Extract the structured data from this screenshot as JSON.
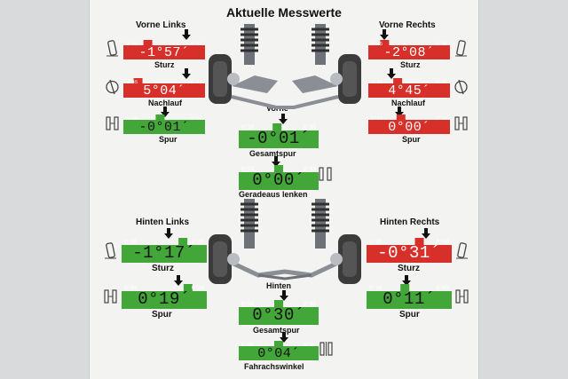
{
  "title": "Aktuelle Messwerte",
  "colors": {
    "red": "#d7302a",
    "green": "#43a639",
    "arrow": "#111111"
  },
  "front": {
    "left_heading": "Vorne Links",
    "right_heading": "Vorne Rechts",
    "center_heading": "Vorne",
    "left": [
      {
        "label": "Sturz",
        "value": "-1°57´",
        "tol_min": "0°45",
        "tol_max": "-0°45",
        "status": "red",
        "marker": 0.3,
        "icon": "camber-icon"
      },
      {
        "label": "Nachlauf",
        "value": "5°04´",
        "tol_min": "4°45",
        "tol_max": "6°45",
        "status": "red",
        "marker": 0.18,
        "icon": "caster-icon"
      },
      {
        "label": "Spur",
        "value": "-0°01´",
        "tol_min": "0°00",
        "tol_max": "0°09",
        "status": "green",
        "marker": 0.45,
        "icon": "toe-icon"
      }
    ],
    "right": [
      {
        "label": "Sturz",
        "value": "-2°08´",
        "tol_min": "0°45",
        "tol_max": "0°45",
        "status": "red",
        "marker": 0.2,
        "icon": "camber-icon"
      },
      {
        "label": "Nachlauf",
        "value": "4°45´",
        "tol_min": "4°45",
        "tol_max": "6°45",
        "status": "red",
        "marker": 0.36,
        "icon": "caster-icon"
      },
      {
        "label": "Spur",
        "value": "0°00´",
        "tol_min": "0°00",
        "tol_max": "0°10",
        "status": "red",
        "marker": 0.4,
        "icon": "toe-icon"
      }
    ],
    "total_toe": {
      "label": "Gesamtspur",
      "value": "-0°01´",
      "tol_min": "0°20",
      "tol_max": "0°00",
      "status": "green",
      "marker": 0.48
    },
    "steering": {
      "label": "Geradeaus lenken",
      "value": "0°00´",
      "tol_min": "0°03",
      "tol_max": "0°03",
      "status": "green",
      "marker": 0.5
    }
  },
  "rear": {
    "left_heading": "Hinten Links",
    "right_heading": "Hinten Rechts",
    "center_heading": "Hinten",
    "left": [
      {
        "label": "Sturz",
        "value": "-1°17´",
        "tol_min": "0°40",
        "tol_max": "1°35",
        "status": "green",
        "marker": 0.72,
        "icon": "camber-icon"
      },
      {
        "label": "Spur",
        "value": "0°19´",
        "tol_min": "0°03",
        "tol_max": "0°20",
        "status": "green",
        "marker": 0.78,
        "icon": "toe-icon"
      }
    ],
    "right": [
      {
        "label": "Sturz",
        "value": "-0°31´",
        "tol_min": "1°35",
        "tol_max": "0°40",
        "status": "red",
        "marker": 0.62,
        "icon": "camber-icon"
      },
      {
        "label": "Spur",
        "value": "0°11´",
        "tol_min": "0°20",
        "tol_max": "0°03",
        "status": "green",
        "marker": 0.45,
        "icon": "toe-icon"
      }
    ],
    "total_toe": {
      "label": "Gesamtspur",
      "value": "0°30´",
      "tol_min": "0°05",
      "tol_max": "0°40",
      "status": "green",
      "marker": 0.5
    },
    "thrust": {
      "label": "Fahrachswinkel",
      "value": "0°04´",
      "tol_min": "0°08",
      "tol_max": "0°08",
      "status": "green",
      "marker": 0.5
    }
  }
}
